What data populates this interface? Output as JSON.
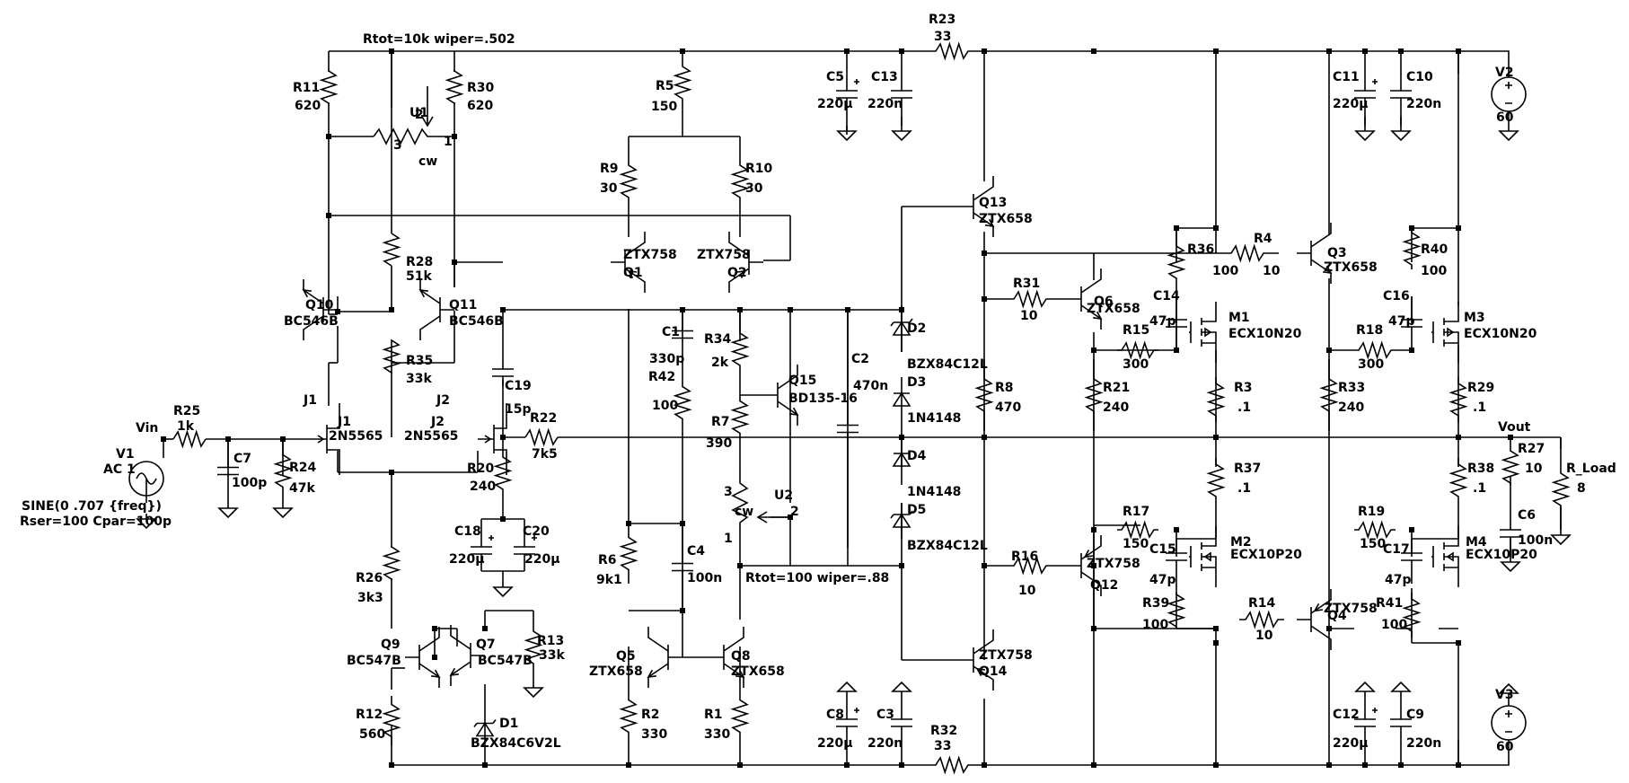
{
  "labels": {
    "rtot1": "Rtot=10k wiper=.502",
    "rtot2": "Rtot=100 wiper=.88",
    "vin": "Vin",
    "vout": "Vout",
    "v1": "V1",
    "v1_ac": "AC 1",
    "sine": "SINE(0 .707 {freq})",
    "rser": "Rser=100 Cpar=100p",
    "v2": "V2",
    "v2_val": "60",
    "v3": "V3",
    "v3_val": "60",
    "r1": "R1",
    "r1_val": "330",
    "r2": "R2",
    "r2_val": "330",
    "r3": "R3",
    "r3_val": ".1",
    "r4": "R4",
    "r4_val": "10",
    "r5": "R5",
    "r5_val": "150",
    "r6": "R6",
    "r6_val": "9k1",
    "r7": "R7",
    "r7_val": "390",
    "r8": "R8",
    "r8_val": "470",
    "r9": "R9",
    "r9_val": "30",
    "r10": "R10",
    "r10_val": "30",
    "r11": "R11",
    "r11_val": "620",
    "r12": "R12",
    "r12_val": "560",
    "r13": "R13",
    "r13_val": "33k",
    "r14": "R14",
    "r14_val": "10",
    "r15": "R15",
    "r15_val": "300",
    "r16": "R16",
    "r16_val": "10",
    "r17": "R17",
    "r17_val": "150",
    "r18": "R18",
    "r18_val": "300",
    "r19": "R19",
    "r19_val": "150",
    "r20": "R20",
    "r20_val": "240",
    "r21": "R21",
    "r21_val": "240",
    "r22": "R22",
    "r22_val": "7k5",
    "r23": "R23",
    "r23_val": "33",
    "r24": "R24",
    "r24_val": "47k",
    "r25": "R25",
    "r25_val": "1k",
    "r26": "R26",
    "r26_val": "3k3",
    "r27": "R27",
    "r27_val": "10",
    "r28": "R28",
    "r28_val": "51k",
    "r29": "R29",
    "r29_val": ".1",
    "r30": "R30",
    "r30_val": "620",
    "r31": "R31",
    "r31_val": "10",
    "r32": "R32",
    "r32_val": "33",
    "r33": "R33",
    "r33_val": "240",
    "r34": "R34",
    "r34_val": "2k",
    "r35": "R35",
    "r35_val": "33k",
    "r36": "R36",
    "r36_val": "100",
    "r37": "R37",
    "r37_val": ".1",
    "r38": "R38",
    "r38_val": ".1",
    "r39": "R39",
    "r39_val": "100",
    "r40": "R40",
    "r40_val": "100",
    "r41": "R41",
    "r41_val": "100",
    "r42": "R42",
    "r42_val": "100",
    "rload": "R_Load",
    "rload_val": "8",
    "c1": "C1",
    "c1_val": "330p",
    "c2": "C2",
    "c2_val": "470n",
    "c3": "C3",
    "c3_val": "220n",
    "c4": "C4",
    "c4_val": "100n",
    "c5": "C5",
    "c5_val": "220µ",
    "c6": "C6",
    "c6_val": "100n",
    "c7": "C7",
    "c7_val": "100p",
    "c8": "C8",
    "c8_val": "220µ",
    "c9": "C9",
    "c9_val": "220n",
    "c10": "C10",
    "c10_val": "220n",
    "c11": "C11",
    "c11_val": "220µ",
    "c12": "C12",
    "c12_val": "220µ",
    "c13": "C13",
    "c13_val": "220n",
    "c14": "C14",
    "c14_val": "47p",
    "c15": "C15",
    "c15_val": "47p",
    "c16": "C16",
    "c16_val": "47p",
    "c17": "C17",
    "c17_val": "47p",
    "c18": "C18",
    "c18_val": "220µ",
    "c19": "C19",
    "c19_val": "15p",
    "c20": "C20",
    "c20_val": "220µ",
    "q1": "Q1",
    "q1_part": "ZTX758",
    "q2": "Q2",
    "q2_part": "ZTX758",
    "q3": "Q3",
    "q3_part": "ZTX658",
    "q4": "Q4",
    "q4_part": "ZTX758",
    "q5": "Q5",
    "q5_part": "ZTX658",
    "q6": "Q6",
    "q6_part": "ZTX658",
    "q7": "Q7",
    "q7_part": "BC547B",
    "q8": "Q8",
    "q8_part": "ZTX658",
    "q9": "Q9",
    "q9_part": "BC547B",
    "q10": "Q10",
    "q10_part": "BC546B",
    "q11": "Q11",
    "q11_part": "BC546B",
    "q12": "Q12",
    "q12_part": "ZTX758",
    "q13": "Q13",
    "q13_part": "ZTX658",
    "q14": "Q14",
    "q14_part": "ZTX758",
    "q15": "Q15",
    "q15_part": "BD135-16",
    "m1": "M1",
    "m1_part": "ECX10N20",
    "m2": "M2",
    "m2_part": "ECX10P20",
    "m3": "M3",
    "m3_part": "ECX10N20",
    "m4": "M4",
    "m4_part": "ECX10P20",
    "j1": "J1",
    "j1_ref": "J1",
    "j1_part": "2N5565",
    "j2": "J2",
    "j2_ref": "J2",
    "j2_part": "2N5565",
    "d1": "D1",
    "d1_part": "BZX84C6V2L",
    "d2": "D2",
    "d2_part": "BZX84C12L",
    "d3": "D3",
    "d3_part": "1N4148",
    "d4": "D4",
    "d4_part": "1N4148",
    "d5": "D5",
    "d5_part": "BZX84C12L",
    "u1": "U1",
    "u2": "U2",
    "cw": "cw",
    "pin1": "1",
    "pin2": "2",
    "pin3": "3"
  }
}
